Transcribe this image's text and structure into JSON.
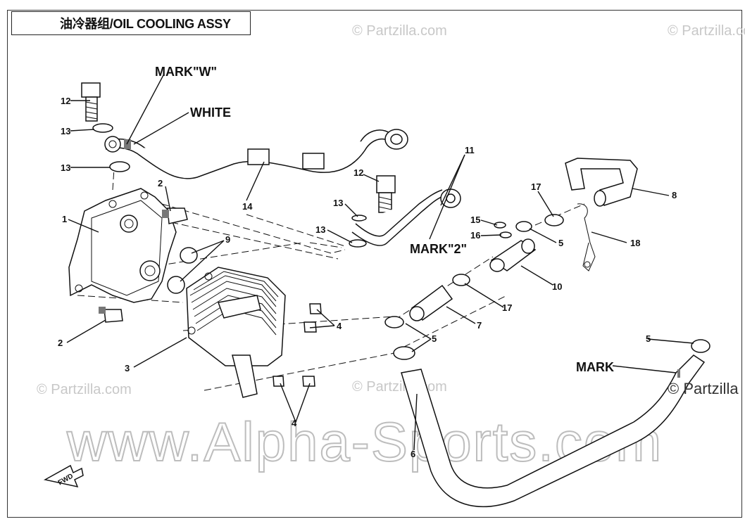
{
  "title": "油冷器组/OIL COOLING ASSY",
  "watermarks": {
    "partzilla": "© Partzilla.com",
    "partzilla_edge": "© Partzilla",
    "alpha": "www.Alpha-Sports.com"
  },
  "callouts": {
    "mark_w": "MARK\"W\"",
    "white": "WHITE",
    "mark_2": "MARK\"2\"",
    "mark": "MARK",
    "fwd": "FWD"
  },
  "part_labels": {
    "p1": "1",
    "p2a": "2",
    "p2b": "2",
    "p3": "3",
    "p4a": "4",
    "p4b": "4",
    "p5a": "5",
    "p5b": "5",
    "p5c": "5",
    "p6": "6",
    "p7": "7",
    "p8": "8",
    "p9": "9",
    "p10": "10",
    "p11": "11",
    "p12a": "12",
    "p12b": "12",
    "p13a": "13",
    "p13b": "13",
    "p13c": "13",
    "p13d": "13",
    "p14": "14",
    "p15": "15",
    "p16": "16",
    "p17a": "17",
    "p17b": "17",
    "p18": "18"
  }
}
